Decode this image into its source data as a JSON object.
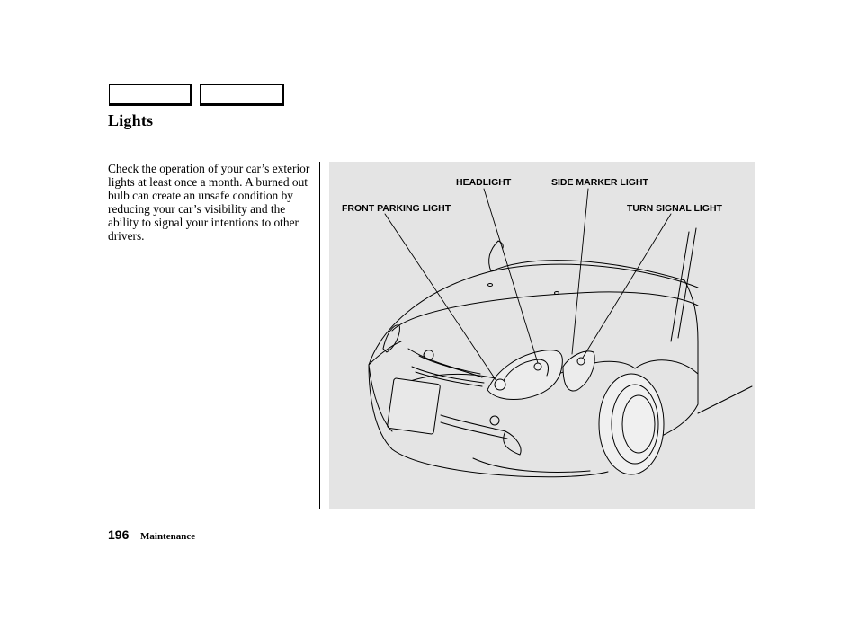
{
  "header": {
    "title": "Lights"
  },
  "body": {
    "paragraph": "Check the operation of your car’s exterior lights at least once a month. A burned out bulb can create an unsafe condition by reducing your car’s visibility and the ability to signal your intentions to other drivers."
  },
  "figure": {
    "callouts": {
      "headlight": "HEADLIGHT",
      "side_marker_light": "SIDE MARKER LIGHT",
      "front_parking_light": "FRONT PARKING LIGHT",
      "turn_signal_light": "TURN SIGNAL LIGHT"
    }
  },
  "footer": {
    "page_number": "196",
    "section": "Maintenance"
  }
}
